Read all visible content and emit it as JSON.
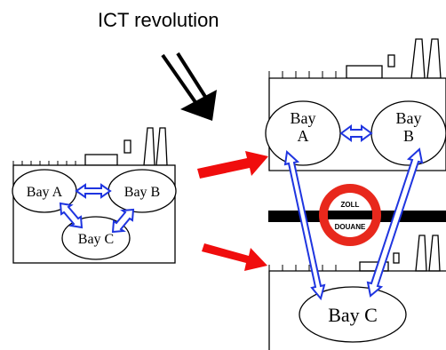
{
  "title": "ICT revolution",
  "before": {
    "bay_a": "Bay A",
    "bay_b": "Bay B",
    "bay_c": "Bay C"
  },
  "after": {
    "bay_a_line1": "Bay",
    "bay_a_line2": "A",
    "bay_b_line1": "Bay",
    "bay_b_line2": "B",
    "bay_c": "Bay C"
  },
  "customs_sign": {
    "line1": "ZOLL",
    "line2": "DOUANE"
  },
  "colors": {
    "link_arrow": "#1f35e0",
    "transition_arrow": "#f00d0d",
    "sign_ring": "#e8281c",
    "border_bar": "#000000"
  }
}
